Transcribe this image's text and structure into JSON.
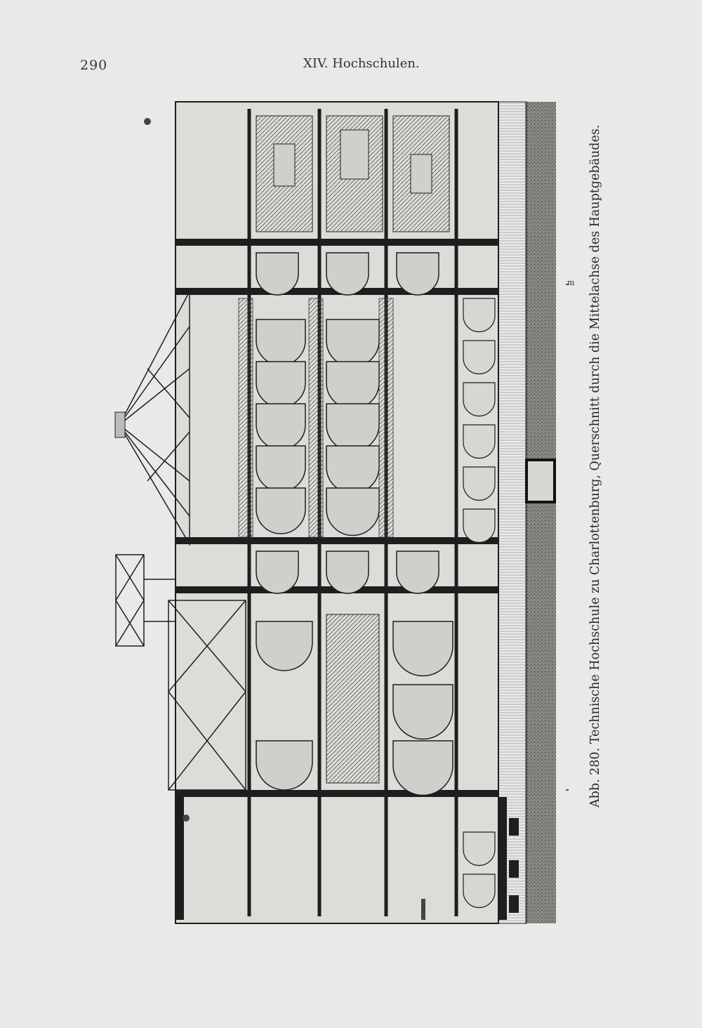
{
  "header": {
    "page_number": "290",
    "running_head": "XIV. Hochschulen."
  },
  "figure": {
    "caption": "Abb. 280. Technische Hochschule zu Charlottenburg, Querschnitt durch die Mittelachse des Hauptgebäudes.",
    "scale_unit": "m"
  },
  "colors": {
    "paper": "#e9e9e7",
    "ink": "#1e1e1e",
    "wall": "#9a9a96",
    "ground": "#6a6a66"
  }
}
